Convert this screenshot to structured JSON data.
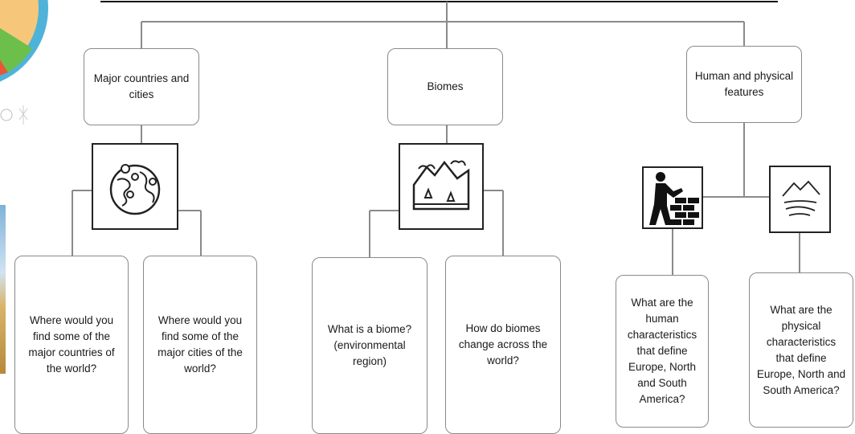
{
  "categories": [
    {
      "label": "Major countries and cities",
      "icon": "globe-with-pins-icon"
    },
    {
      "label": "Biomes",
      "icon": "mountain-landscape-icon"
    },
    {
      "label": "Human and physical features",
      "icon": "builder-icon"
    }
  ],
  "physical_icon": "river-landscape-icon",
  "questions": [
    "Where would you find some of the major countries of the world?",
    "Where would you find some of the major cities of the world?",
    "What is a biome? (environmental region)",
    "How do biomes change across the world?",
    "What are the human characteristics that define Europe, North and South America?",
    "What are the physical characteristics that define Europe, North and South America?"
  ],
  "colors": {
    "line": "#8a8a8a",
    "box_border": "#8a8a8a",
    "icon_border": "#222222"
  }
}
